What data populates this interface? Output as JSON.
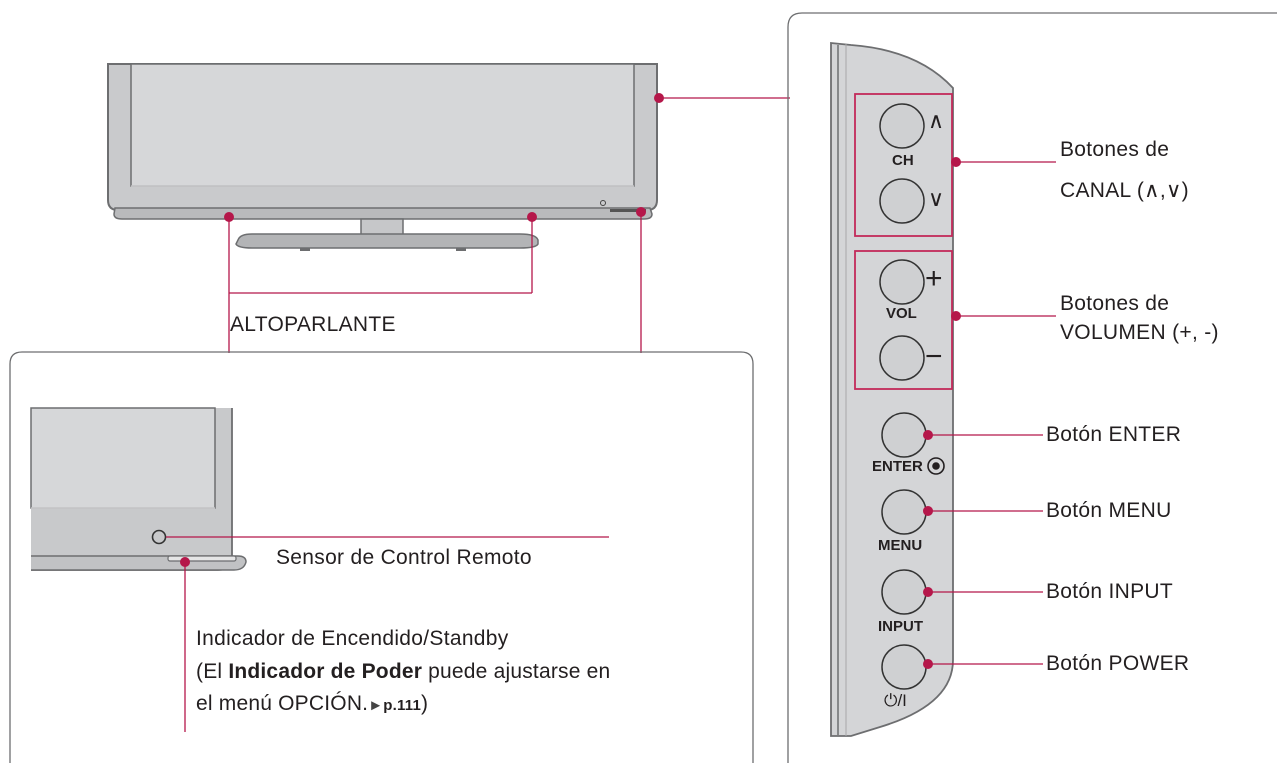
{
  "labels": {
    "speaker": "ALTOPARLANTE",
    "remote_sensor": "Sensor de Control Remoto",
    "power_indicator_title": "Indicador de Encendido/Standby",
    "power_note_open": "(El ",
    "power_note_bold": "Indicador de Poder",
    "power_note_rest": " puede ajustarse en",
    "power_note_line2": "el menú OPCIÓN.",
    "power_note_arrow": "►",
    "power_note_page": "p.111",
    "power_note_close": ")",
    "channel_buttons_line1": "Botones de",
    "channel_buttons_line2": "CANAL (∧,∨)",
    "volume_buttons_line1": "Botones de",
    "volume_buttons_line2": "VOLUMEN (+, -)",
    "enter_button": "Botón ENTER",
    "menu_button": "Botón MENU",
    "input_button": "Botón INPUT",
    "power_button": "Botón POWER"
  },
  "panel_buttons": {
    "ch": "CH",
    "ch_up": "∧",
    "ch_down": "∨",
    "vol": "VOL",
    "vol_up": "+",
    "vol_down": "−",
    "enter": "ENTER",
    "menu": "MENU",
    "input": "INPUT",
    "power": "⏻/I"
  },
  "colors": {
    "leader_line": "#b5174a",
    "tv_frame": "#8a8a8a",
    "screen": "#d2d3d5",
    "highlight_box": "#c22a5a"
  }
}
